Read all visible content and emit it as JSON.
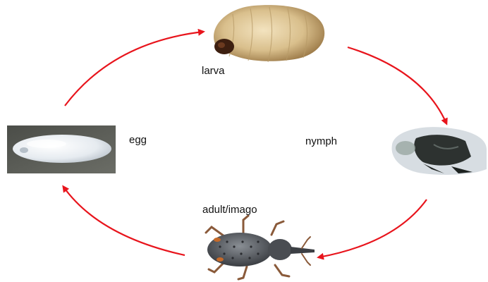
{
  "diagram": {
    "stages": {
      "larva": "larva",
      "egg": "egg",
      "nymph": "nymph",
      "adult": "adult/imago"
    },
    "colors": {
      "arrow": "#e8141c",
      "background": "#ffffff"
    }
  }
}
